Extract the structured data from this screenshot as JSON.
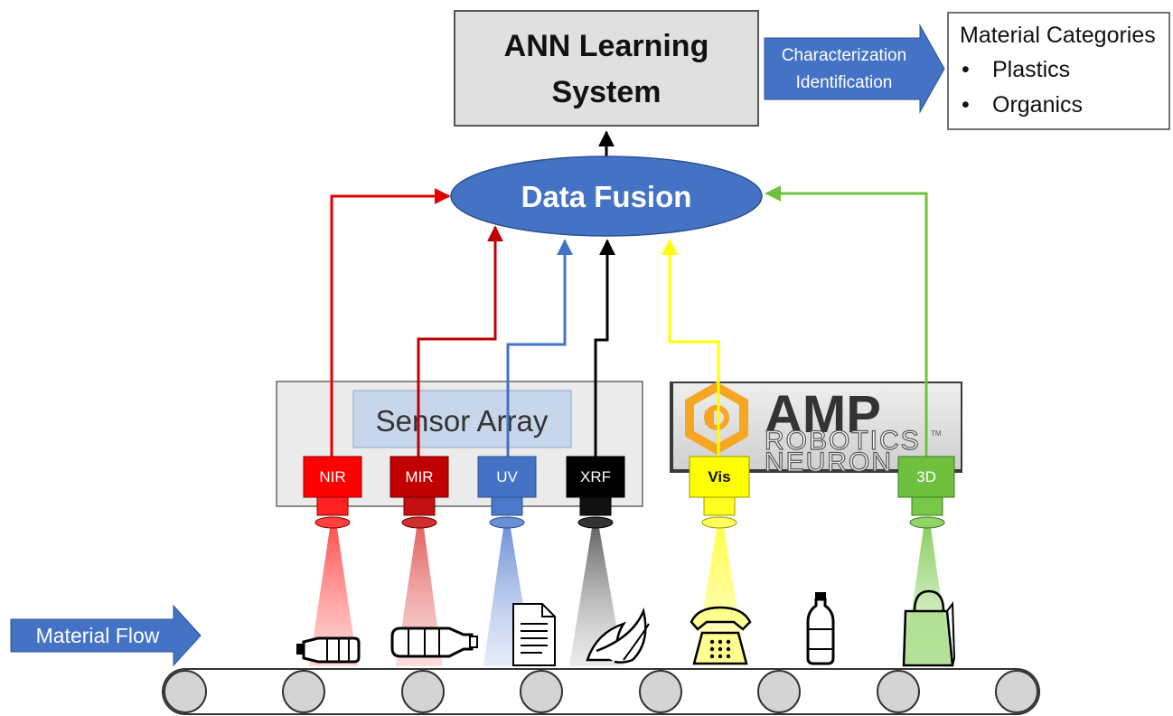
{
  "ann_box": {
    "line1": "ANN Learning",
    "line2": "System"
  },
  "data_fusion": {
    "label": "Data Fusion"
  },
  "output_arrow": {
    "line1": "Characterization",
    "line2": "Identification"
  },
  "material_categories": {
    "title": "Material Categories",
    "items": [
      "Plastics",
      "Organics"
    ]
  },
  "sensor_array": {
    "label": "Sensor Array"
  },
  "amp_logo": {
    "brand": "AMP",
    "sub1": "ROBOTICS",
    "sub2": "NEURON",
    "tm": "TM"
  },
  "sensors": [
    {
      "id": "nir",
      "label": "NIR",
      "color": "#ff0000"
    },
    {
      "id": "mir",
      "label": "MIR",
      "color": "#c00000"
    },
    {
      "id": "uv",
      "label": "UV",
      "color": "#4472c4"
    },
    {
      "id": "xrf",
      "label": "XRF",
      "color": "#000000"
    },
    {
      "id": "vis",
      "label": "Vis",
      "color": "#ffff00"
    },
    {
      "id": "3d",
      "label": "3D",
      "color": "#70c040"
    }
  ],
  "material_flow": {
    "label": "Material Flow"
  },
  "items_on_belt": [
    "bottle-icon",
    "bottle-icon",
    "document-icon",
    "banana-peel-icon",
    "telephone-icon",
    "water-bottle-icon",
    "shopping-bag-icon"
  ],
  "colors": {
    "accent_blue": "#4472c4",
    "box_gray": "#e0e0e0",
    "amp_orange": "#f5a623"
  }
}
